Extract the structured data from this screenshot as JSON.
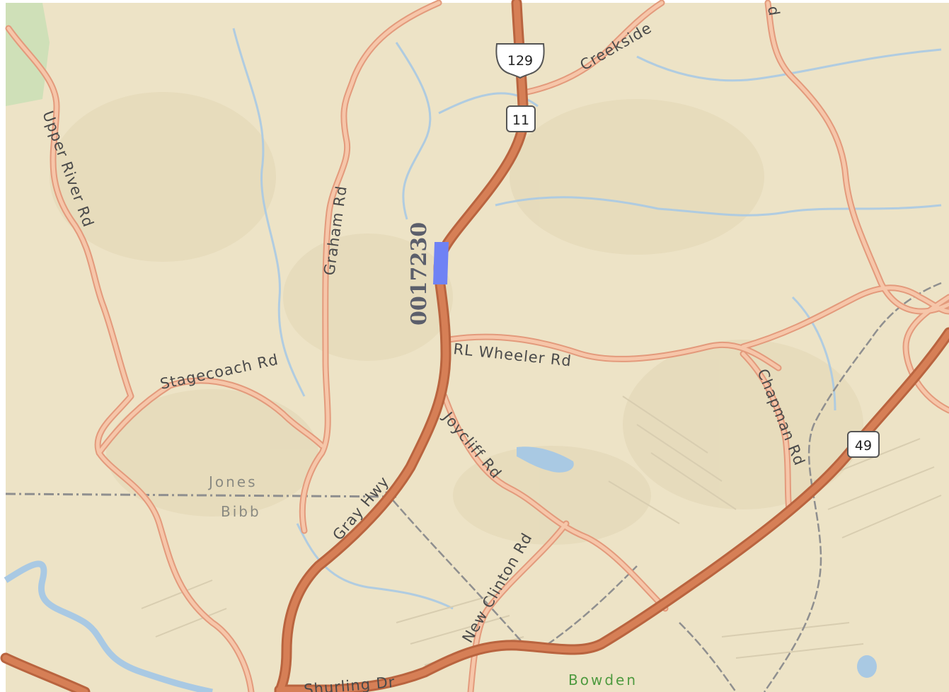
{
  "map": {
    "colors": {
      "land": "#ede3c6",
      "road_major": "#c9754e",
      "road_minor": "#f2a98b",
      "water": "#a9c9e3",
      "highlight": "#6f82f5",
      "park": "#cfe0b8"
    },
    "roads": {
      "upper_river": "Upper River Rd",
      "graham": "Graham Rd",
      "creekside": "Creekside",
      "stagecoach": "Stagecoach Rd",
      "rl_wheeler": "RL Wheeler Rd",
      "chapman": "Chapman Rd",
      "joycliff": "Joycliff Rd",
      "gray_hwy": "Gray Hwy",
      "new_clinton": "New Clinton Rd",
      "shurling": "Shurling Dr",
      "corner": "d"
    },
    "places": {
      "jones": "Jones",
      "bibb": "Bibb",
      "bowden": "Bowden"
    },
    "shields": {
      "us129": "129",
      "sr11": "11",
      "sr49": "49"
    },
    "segment_id": "0017230"
  }
}
